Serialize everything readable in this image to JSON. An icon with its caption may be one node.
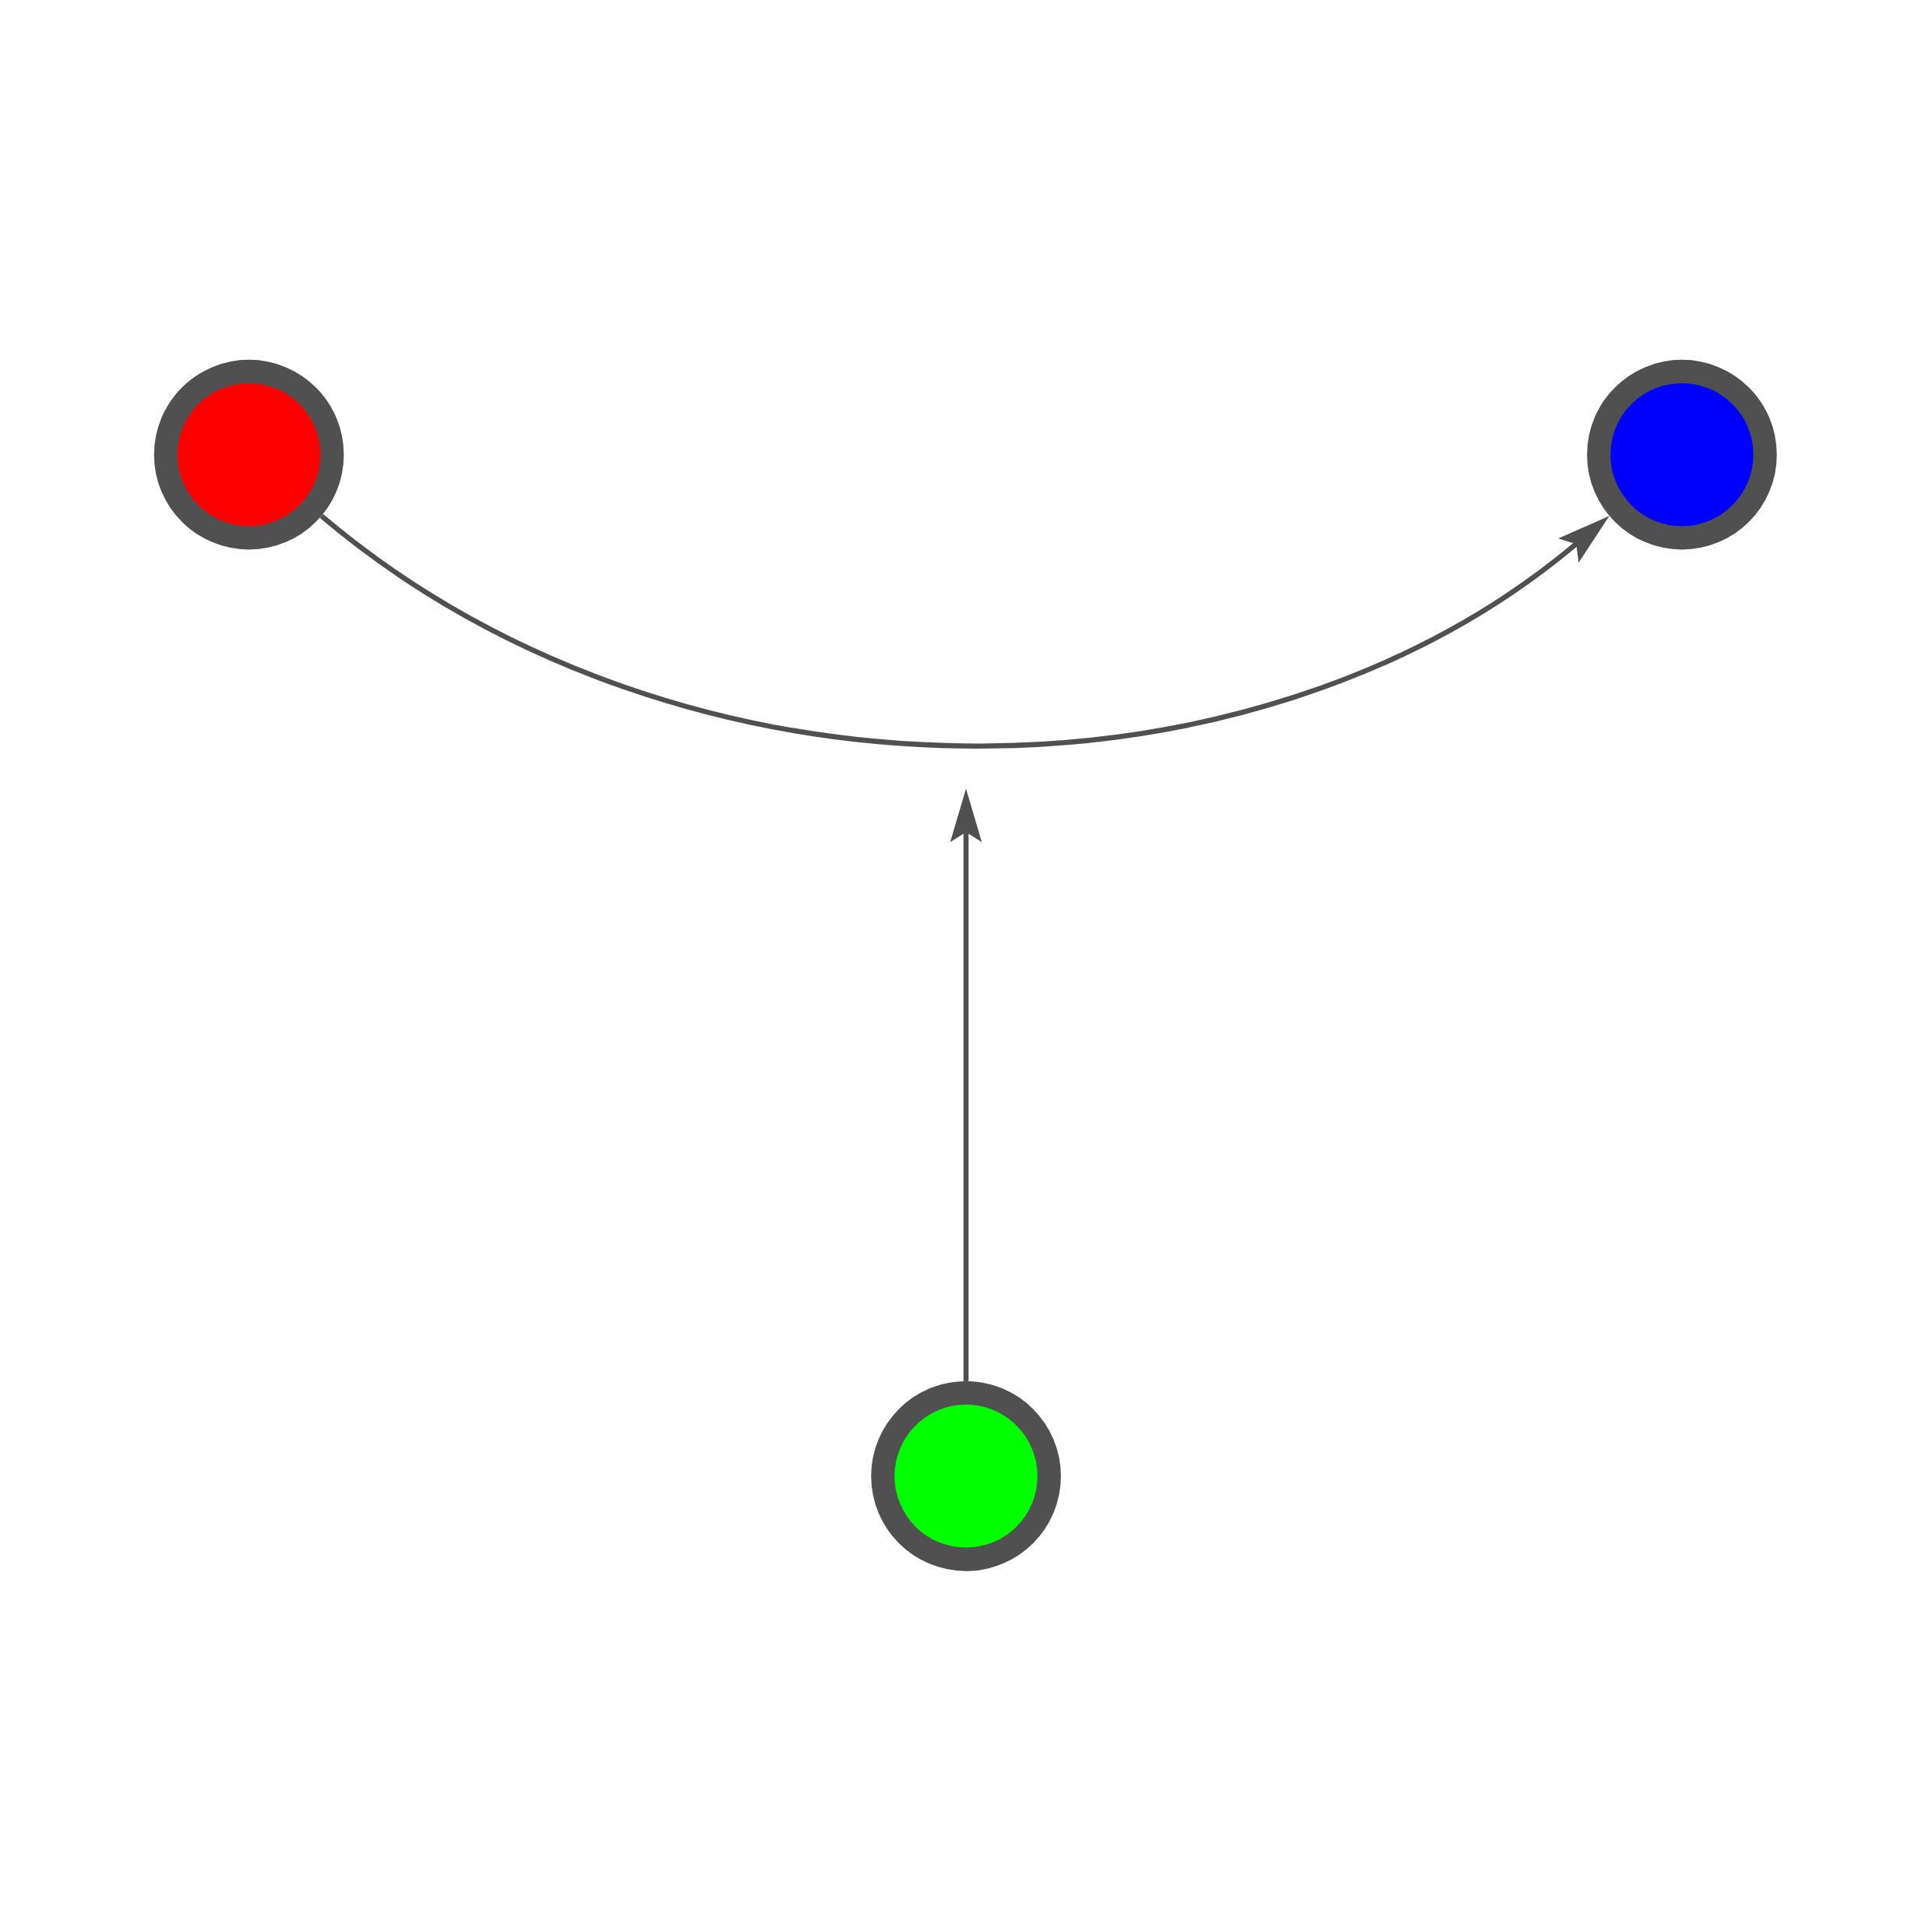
{
  "diagram": {
    "nodes": [
      {
        "text": [],
        "shape": "circle"
      },
      {
        "text": [],
        "shape": "circle"
      },
      {
        "text": [],
        "shape": "circle"
      }
    ],
    "edges": [
      {
        "from": 0,
        "to": 1,
        "arrow": "to"
      },
      {
        "from": 2,
        "to": null,
        "arrow": "to"
      }
    ]
  }
}
